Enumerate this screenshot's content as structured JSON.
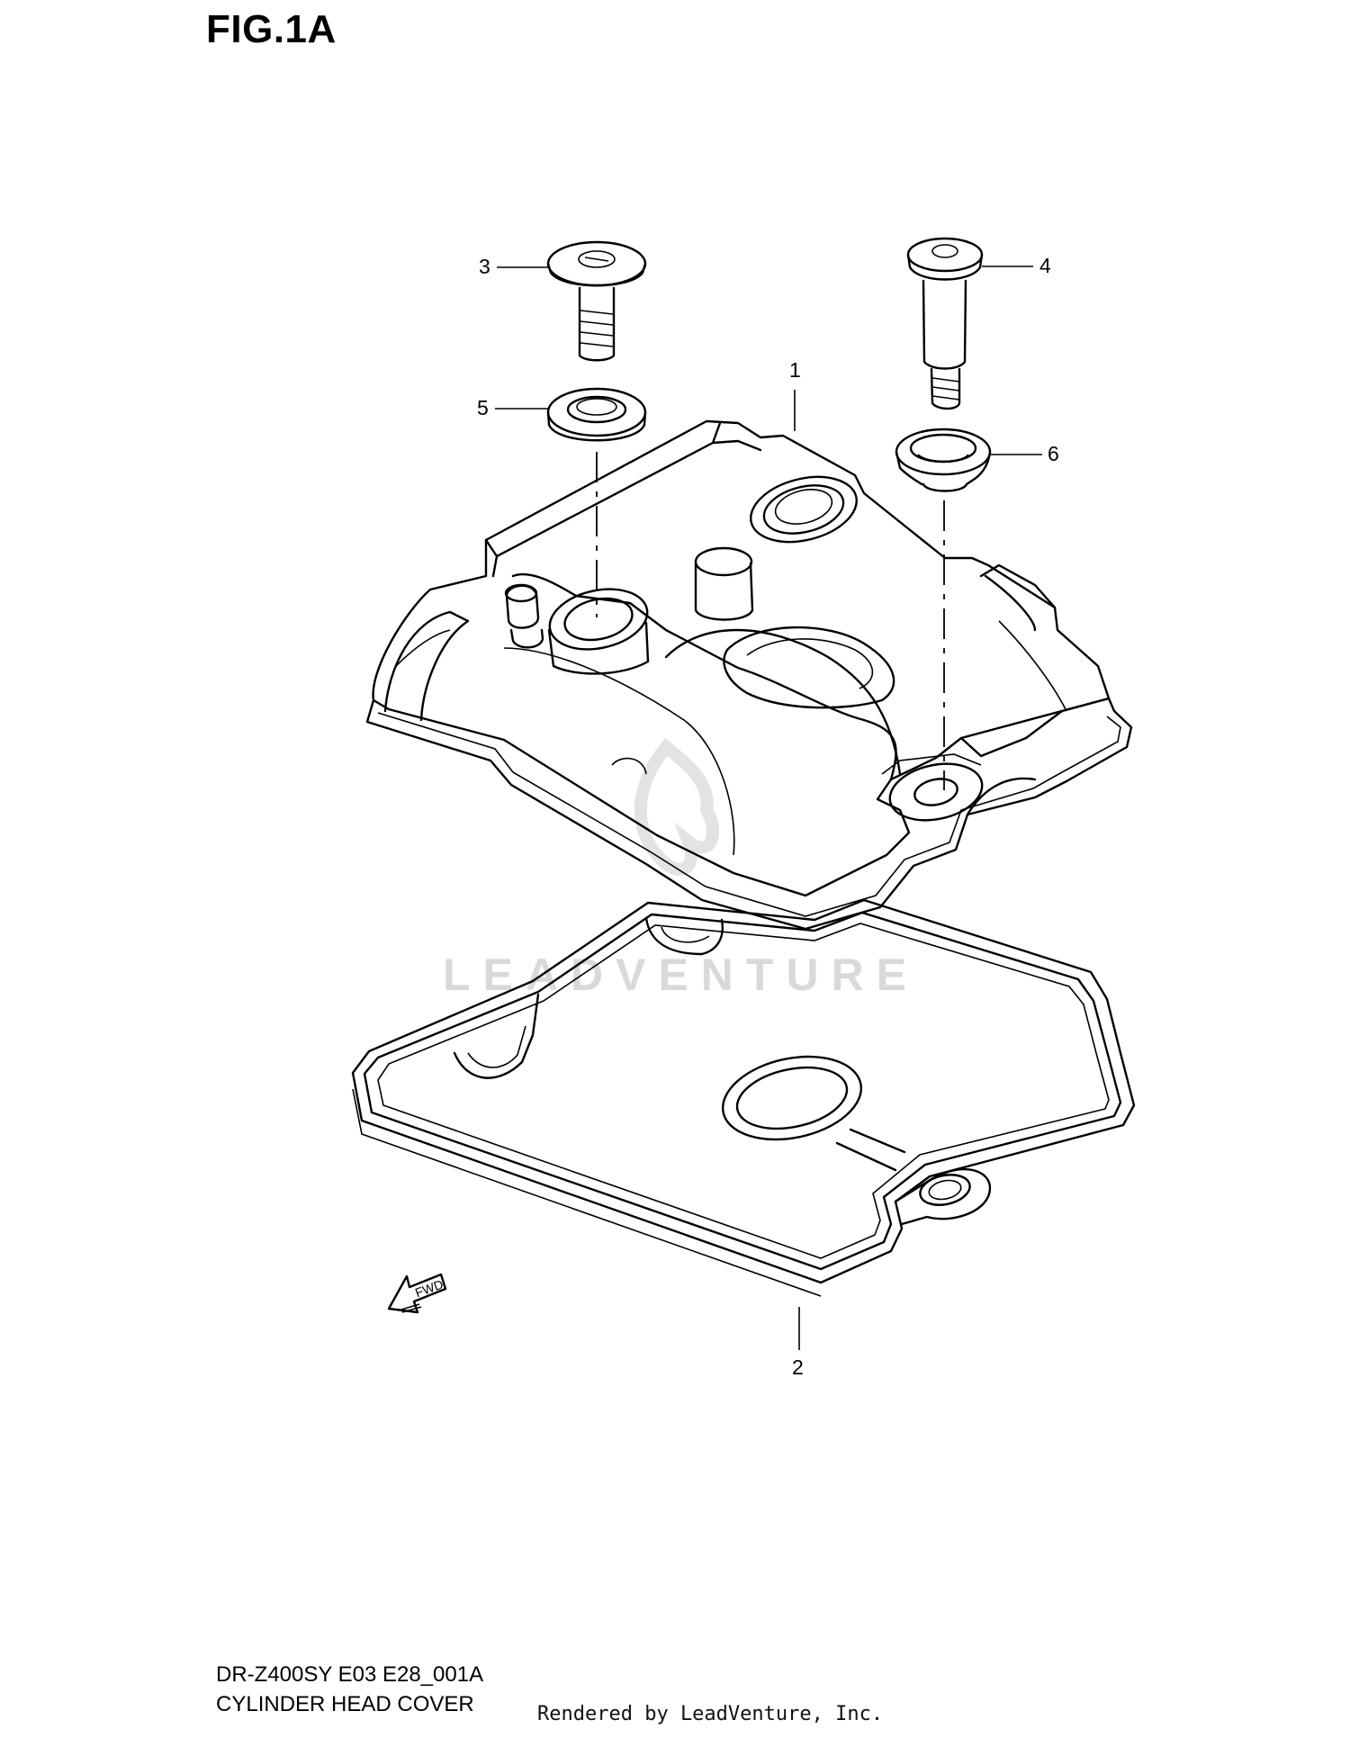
{
  "figure": {
    "title": "FIG.1A"
  },
  "callouts": [
    {
      "id": "1",
      "label": "1"
    },
    {
      "id": "2",
      "label": "2"
    },
    {
      "id": "3",
      "label": "3"
    },
    {
      "id": "4",
      "label": "4"
    },
    {
      "id": "5",
      "label": "5"
    },
    {
      "id": "6",
      "label": "6"
    }
  ],
  "direction_marker": {
    "label": "FWD",
    "icon": "forward-arrow-icon"
  },
  "watermark": {
    "text": "LEADVENTURE",
    "icon": "flame-logo-icon"
  },
  "footer": {
    "diagram_code": "DR-Z400SY  E03  E28_001A",
    "section_name": "CYLINDER HEAD COVER",
    "rendered_by": "Rendered by LeadVenture, Inc."
  }
}
